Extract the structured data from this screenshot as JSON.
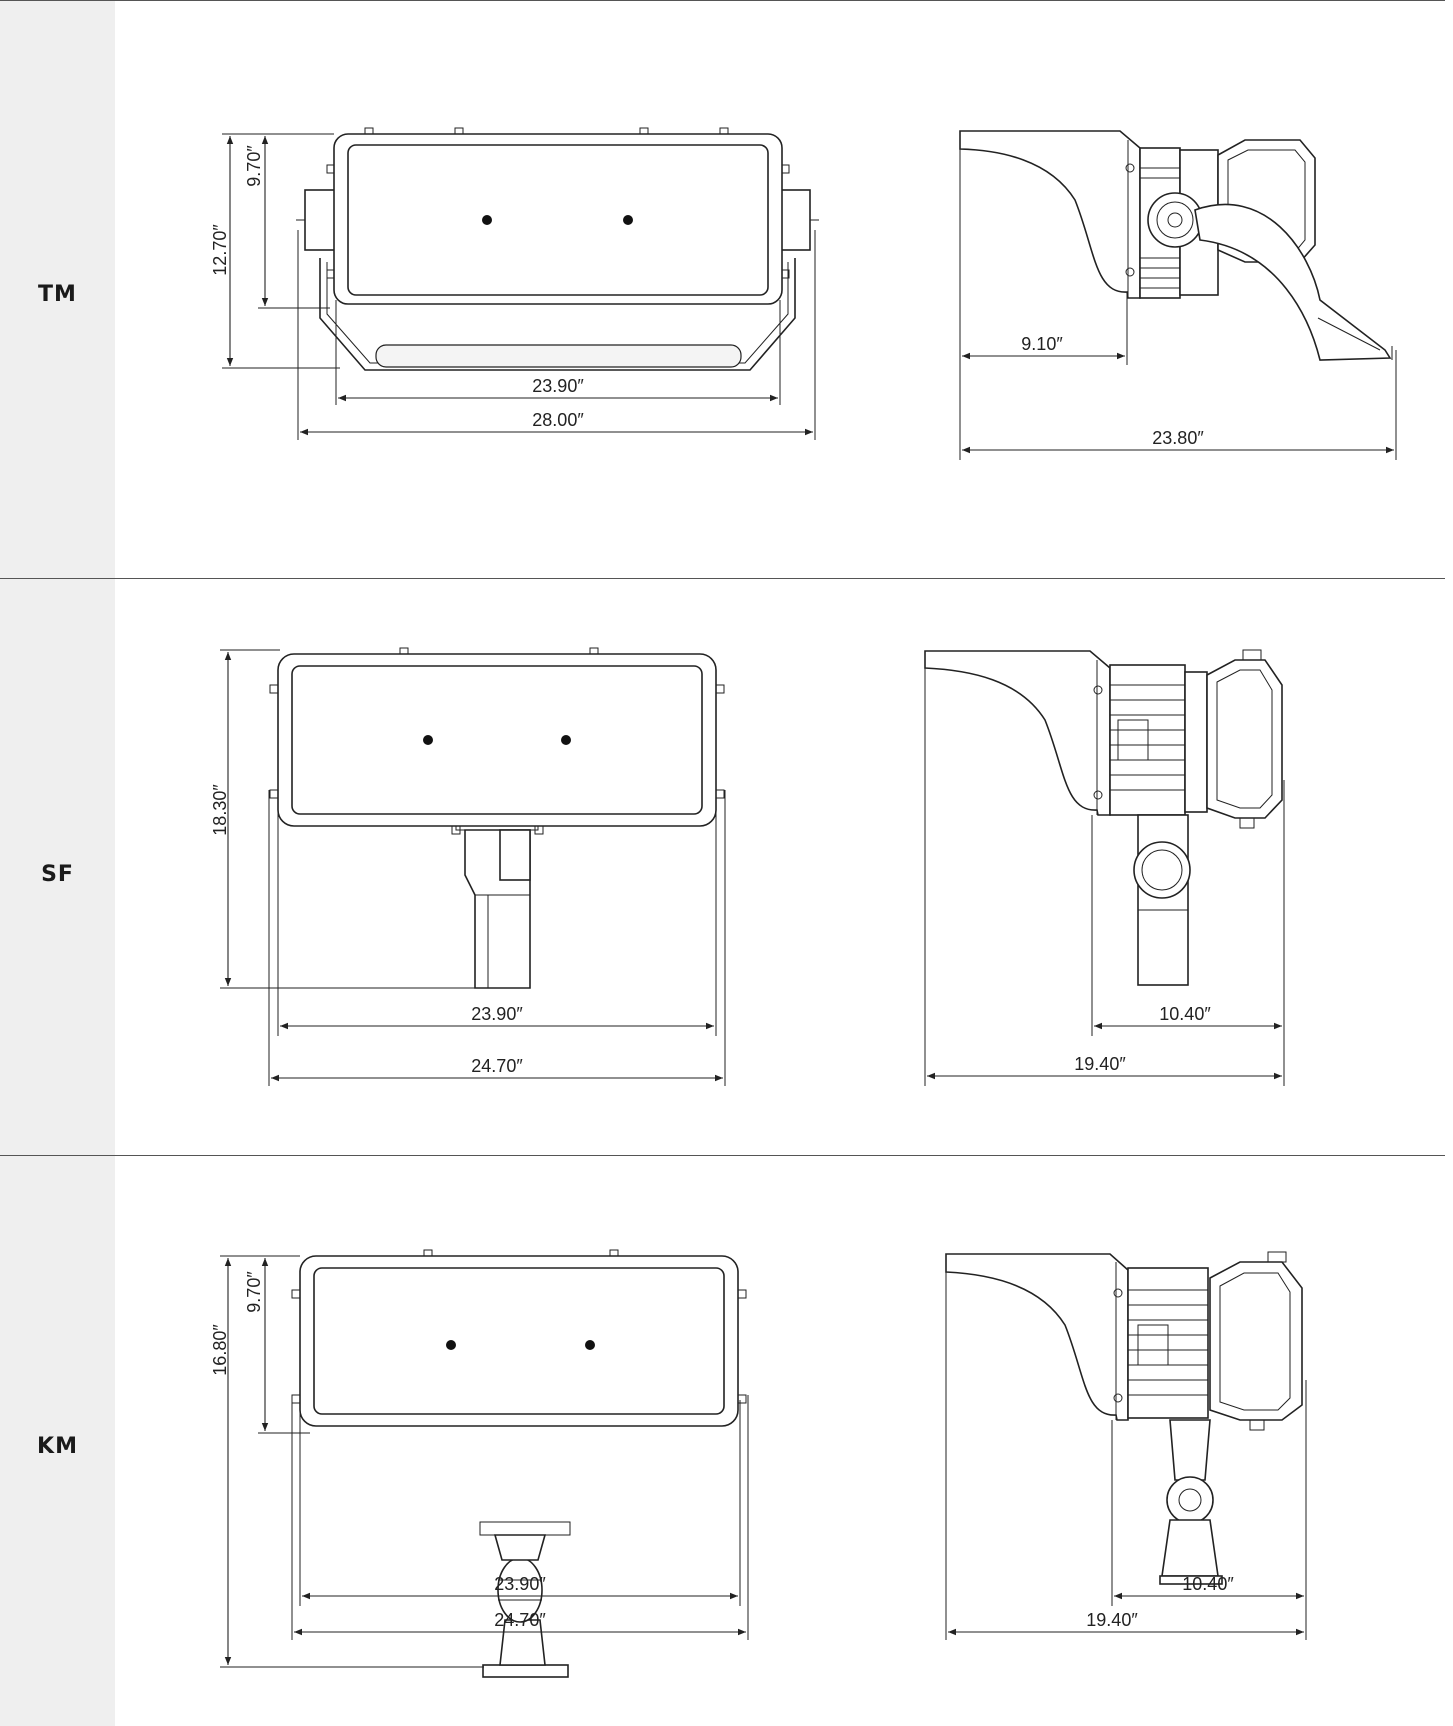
{
  "rows": [
    {
      "label": "TM",
      "front": {
        "height_outer": "12.70″",
        "height_inner": "9.70″",
        "width_inner": "23.90″",
        "width_outer": "28.00″"
      },
      "side": {
        "depth_inner": "9.10″",
        "depth_outer": "23.80″"
      }
    },
    {
      "label": "SF",
      "front": {
        "height_outer": "18.30″",
        "width_inner": "23.90″",
        "width_outer": "24.70″"
      },
      "side": {
        "depth_inner": "10.40″",
        "depth_outer": "19.40″"
      }
    },
    {
      "label": "KM",
      "front": {
        "height_outer": "16.80″",
        "height_inner": "9.70″",
        "width_inner": "23.90″",
        "width_outer": "24.70″"
      },
      "side": {
        "depth_inner": "10.40″",
        "depth_outer": "19.40″"
      }
    }
  ],
  "colors": {
    "sidebar": "#efefef",
    "line": "#222222",
    "divider": "#555555"
  }
}
